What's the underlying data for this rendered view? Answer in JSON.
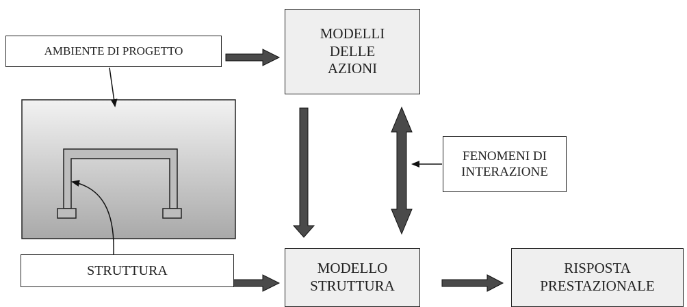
{
  "diagram": {
    "ambiente": "AMBIENTE DI PROGETTO",
    "modelli_azioni": "MODELLI\nDELLE\nAZIONI",
    "fenomeni": "FENOMENI DI\nINTERAZIONE",
    "struttura": "STRUTTURA",
    "modello_struttura": "MODELLO\nSTRUTTURA",
    "risposta": "RISPOSTA\nPRESTAZIONALE"
  },
  "colors": {
    "arrow_fill": "#4a4a4a",
    "box_border": "#222222",
    "environment_fill_top": "#f2f2f2",
    "environment_fill_bottom": "#a9a9a9",
    "frame_fill": "#bdbdbd"
  }
}
